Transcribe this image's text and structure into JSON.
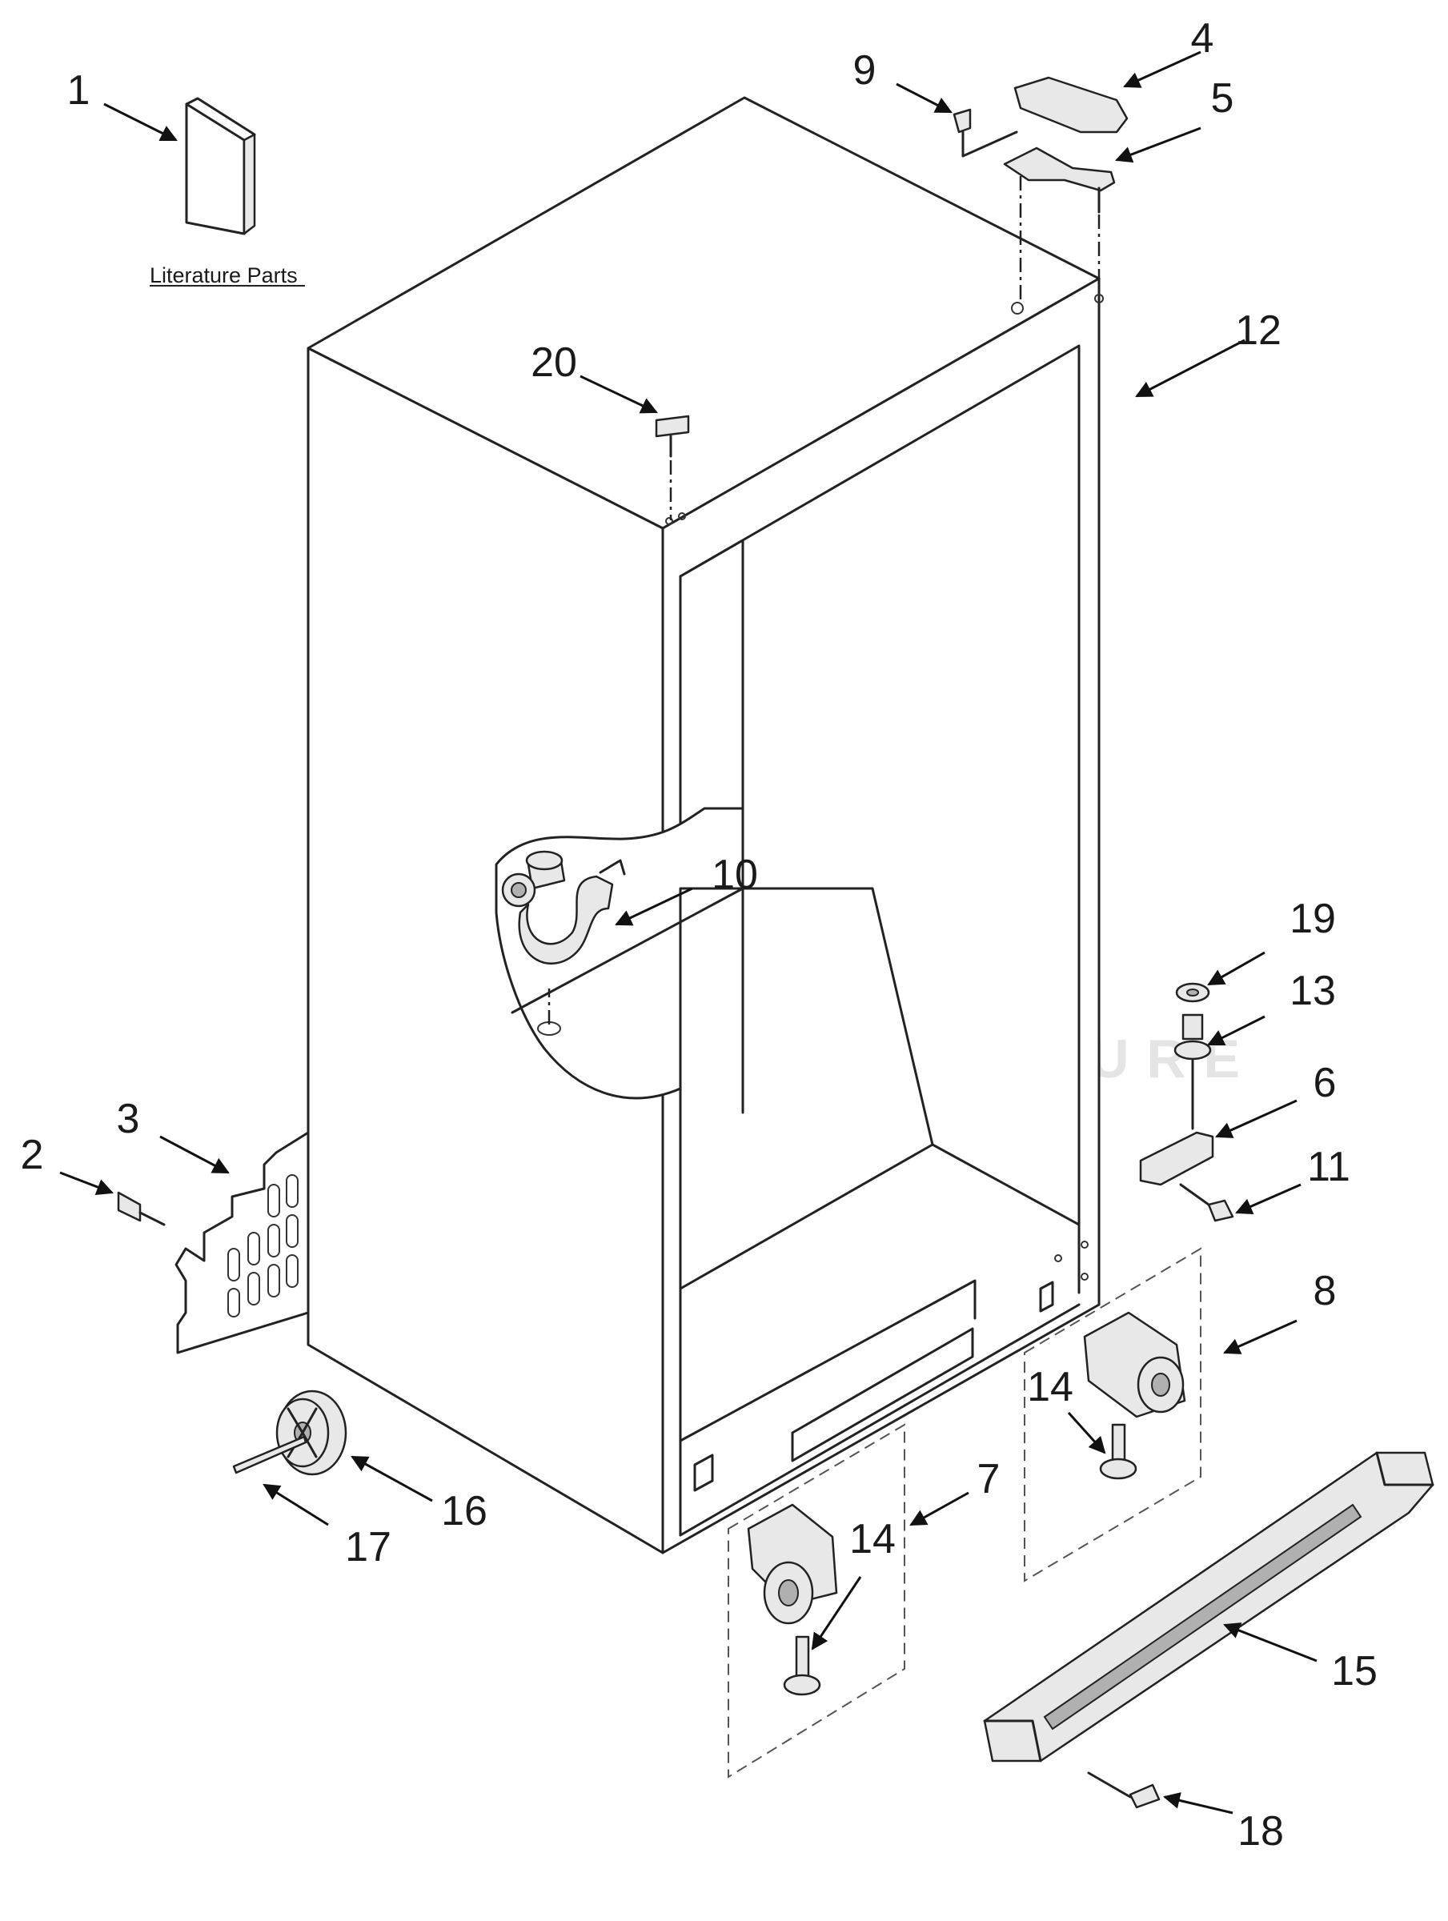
{
  "caption": "Literature Parts",
  "watermark": "LEADVENTURE",
  "callouts": [
    "1",
    "2",
    "3",
    "4",
    "5",
    "6",
    "7",
    "8",
    "9",
    "10",
    "11",
    "12",
    "13",
    "14",
    "14",
    "15",
    "16",
    "17",
    "18",
    "19",
    "20"
  ]
}
